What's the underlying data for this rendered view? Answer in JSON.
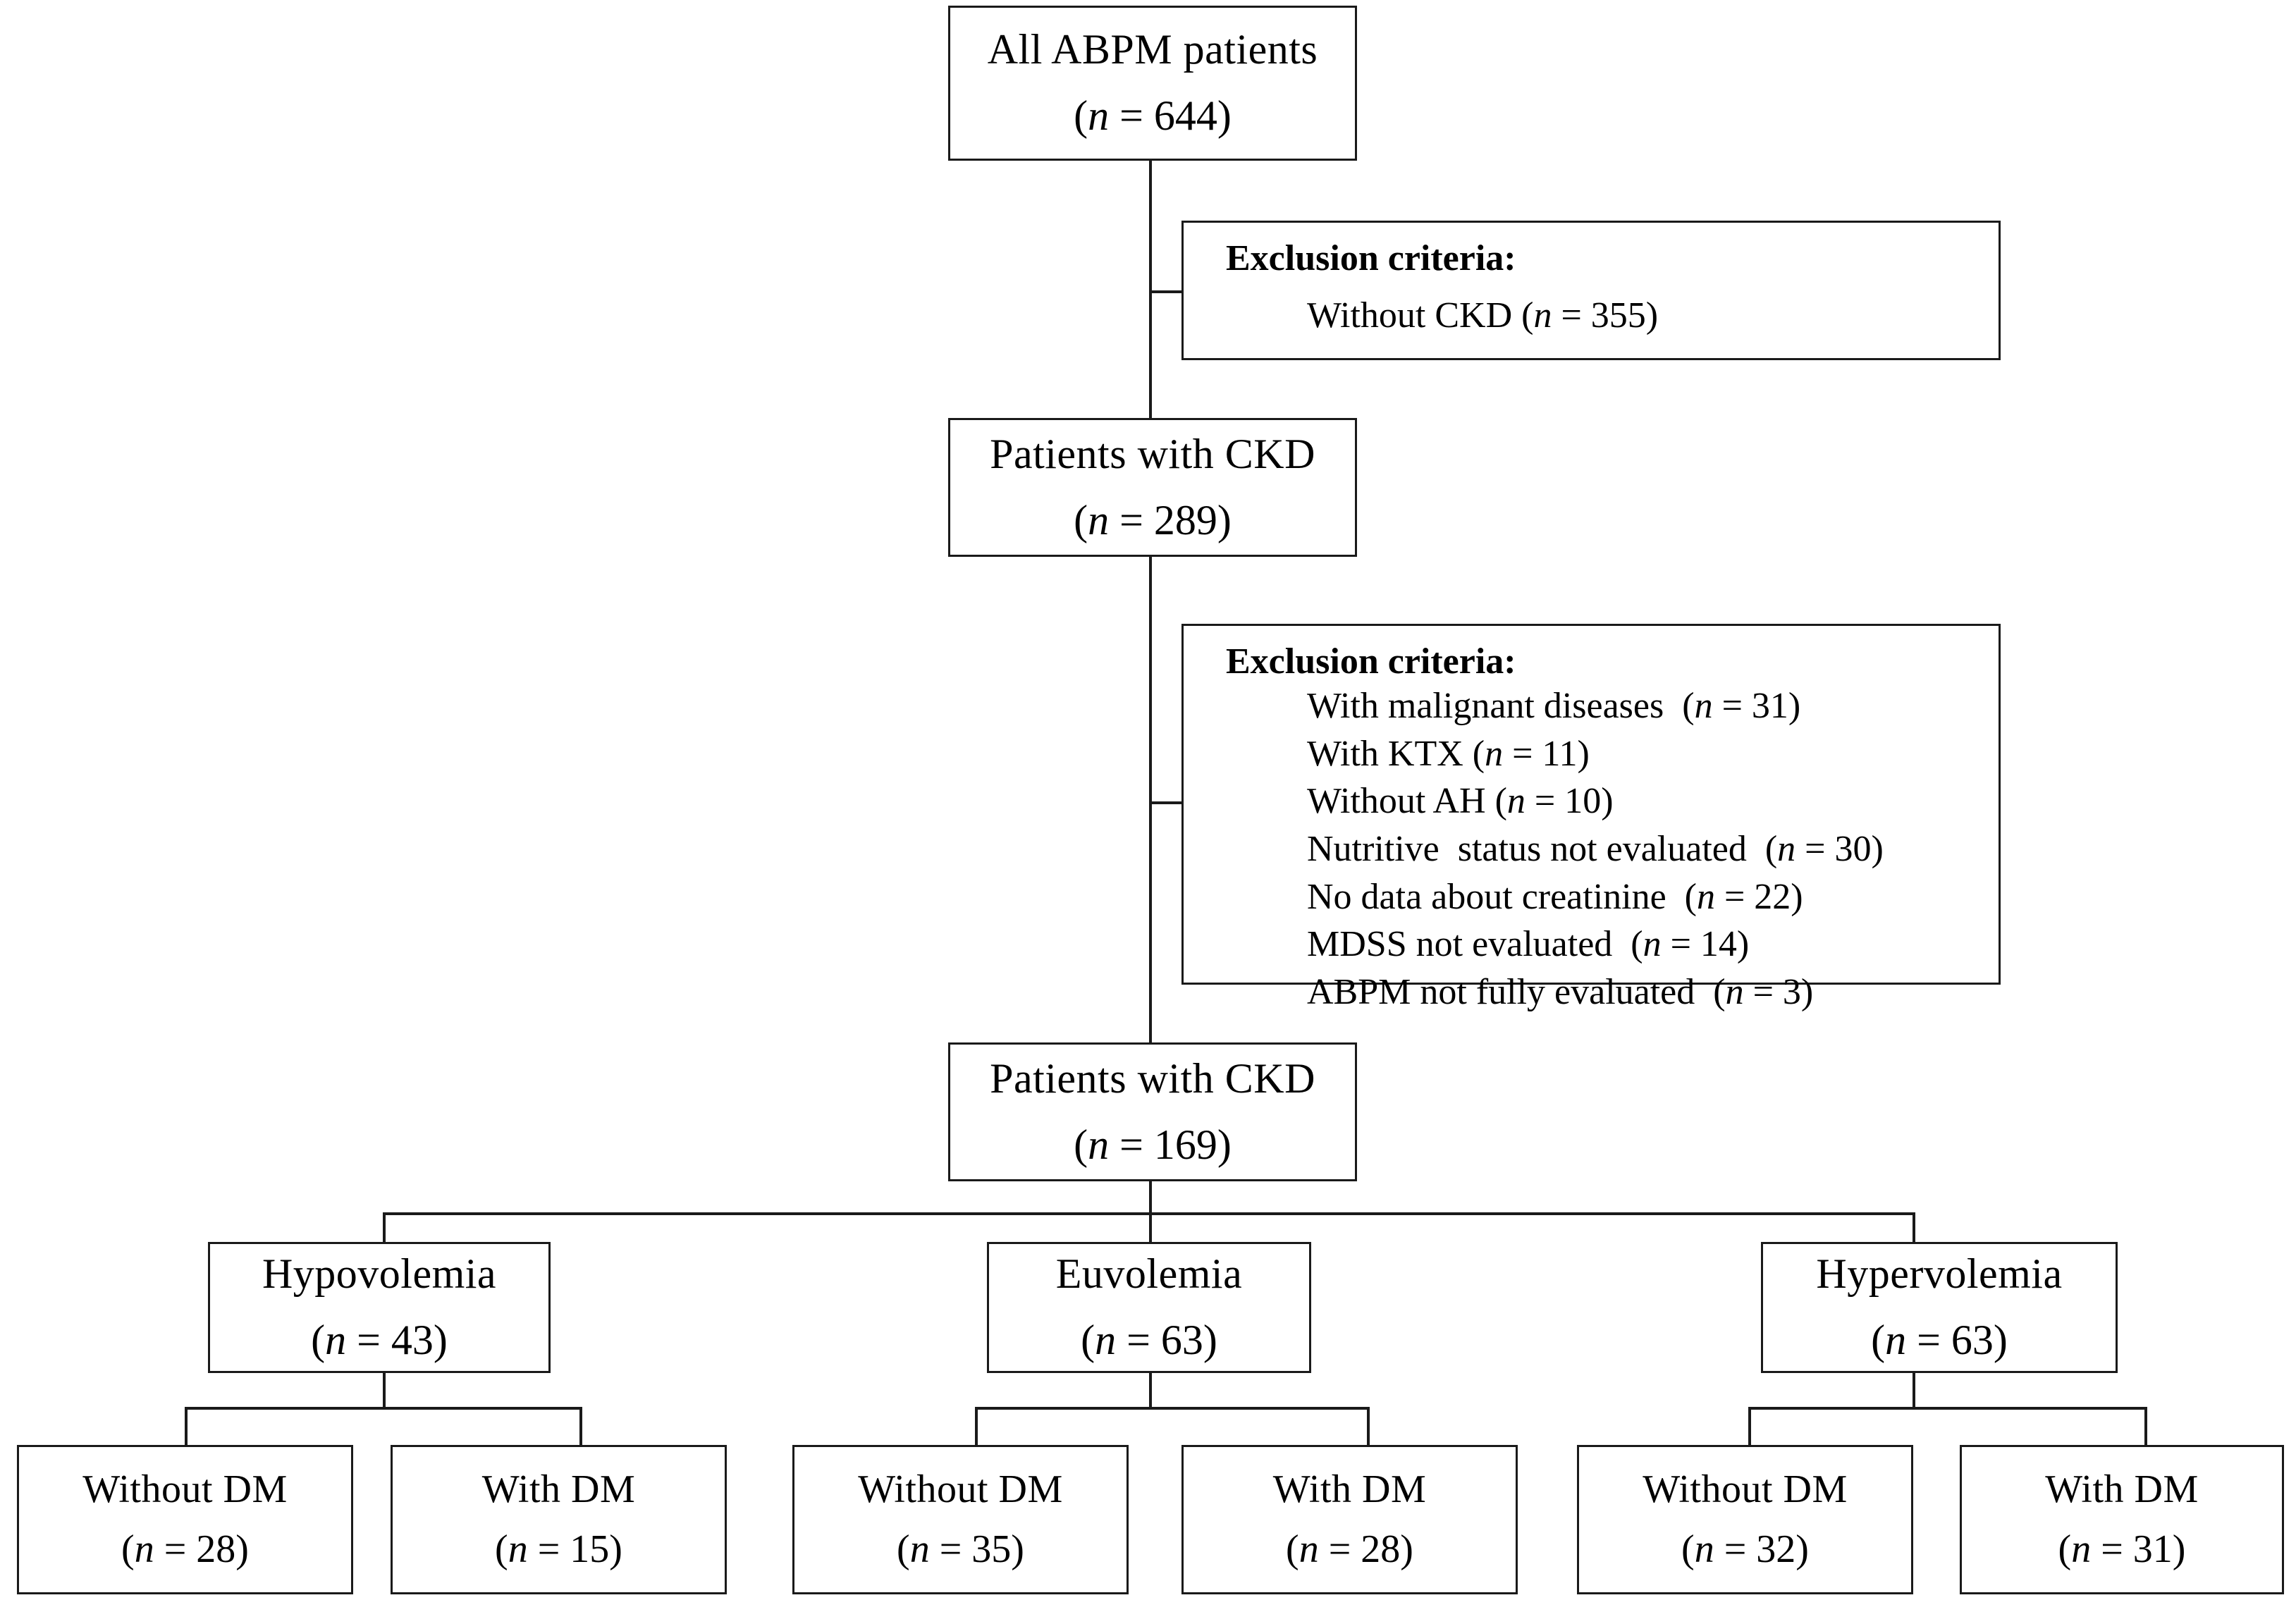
{
  "diagram": {
    "title": "CKD ABPM patient selection flowchart",
    "nodes": {
      "all_abpm": {
        "title": "All ABPM patients",
        "count_prefix": "(",
        "count_n": "n",
        "count_eq": " = ",
        "count_value": "644",
        "count_suffix": ")",
        "count": "(n = 644)"
      },
      "ckd_289": {
        "title": "Patients with CKD",
        "count": "(n = 289)"
      },
      "ckd_169": {
        "title": "Patients with CKD",
        "count": "(n = 169)"
      },
      "hypovolemia": {
        "title": "Hypovolemia",
        "count": "(n = 43)"
      },
      "euvolemia": {
        "title": "Euvolemia",
        "count": "(n = 63)"
      },
      "hypervolemia": {
        "title": "Hypervolemia",
        "count": "(n = 63)"
      },
      "hypo_without_dm": {
        "title": "Without DM",
        "count": "(n = 28)"
      },
      "hypo_with_dm": {
        "title": "With DM",
        "count": "(n = 15)"
      },
      "eu_without_dm": {
        "title": "Without DM",
        "count": "(n = 35)"
      },
      "eu_with_dm": {
        "title": "With DM",
        "count": "(n = 28)"
      },
      "hyper_without_dm": {
        "title": "Without DM",
        "count": "(n = 32)"
      },
      "hyper_with_dm": {
        "title": "With DM",
        "count": "(n = 31)"
      }
    },
    "exclusions": {
      "first": {
        "heading": "Exclusion criteria:",
        "items": [
          "Without CKD (n = 355)"
        ]
      },
      "second": {
        "heading": "Exclusion criteria:",
        "items": [
          "With malignant diseases  (n = 31)",
          "With KTX (n = 11)",
          "Without AH (n = 10)",
          "Nutritive  status not evaluated  (n = 30)",
          "No data about creatinine  (n = 22)",
          "MDSS not evaluated  (n = 14)",
          "ABPM not fully evaluated  (n = 3)"
        ]
      }
    },
    "colors": {
      "line": "#1a1a1a",
      "background": "#ffffff",
      "text": "#000000"
    }
  }
}
